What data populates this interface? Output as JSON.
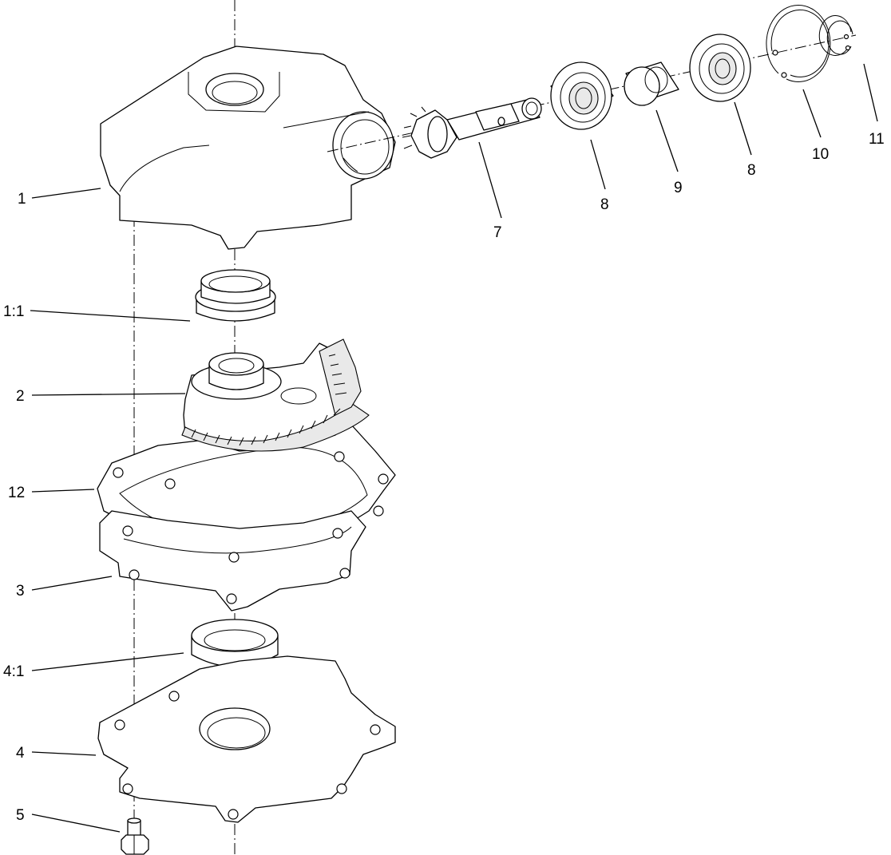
{
  "callouts": {
    "p1": "1",
    "p1_1": "1:1",
    "p2": "2",
    "p12": "12",
    "p3": "3",
    "p4_1": "4:1",
    "p4": "4",
    "p5": "5",
    "p7": "7",
    "p8a": "8",
    "p9": "9",
    "p8b": "8",
    "p10": "10",
    "p11": "11"
  }
}
